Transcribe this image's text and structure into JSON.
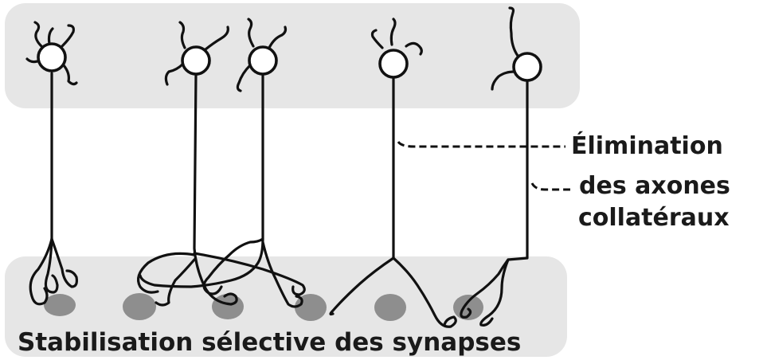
{
  "labels": {
    "elimination_line1": "Élimination",
    "elimination_line2": "des axones",
    "elimination_line3": "collatéraux",
    "stabilisation": "Stabilisation sélective des synapses"
  },
  "colors": {
    "band": "#e6e6e6",
    "synapse": "#8e8e8e",
    "ink": "#111111"
  }
}
